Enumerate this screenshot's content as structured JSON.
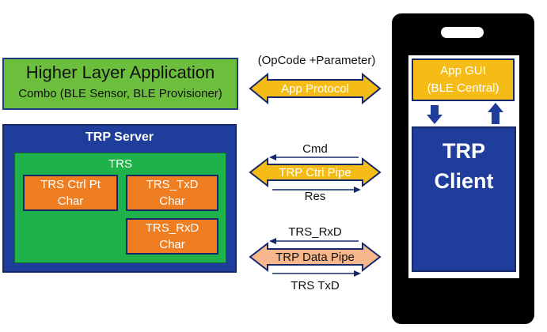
{
  "higher_layer": {
    "title": "Higher Layer Application",
    "subtitle": "Combo (BLE Sensor, BLE Provisioner)"
  },
  "server": {
    "title": "TRP Server",
    "trs_label": "TRS",
    "chars": {
      "ctrl_pt": [
        "TRS Ctrl Pt",
        "Char"
      ],
      "txd": [
        "TRS_TxD",
        "Char"
      ],
      "rxd": [
        "TRS_RxD",
        "Char"
      ]
    }
  },
  "links": {
    "app": {
      "above": "(OpCode +Parameter)",
      "pipe": "App Protocol"
    },
    "ctrl": {
      "above": "Cmd",
      "pipe": "TRP Ctrl Pipe",
      "below": "Res"
    },
    "data": {
      "above": "TRS_RxD",
      "pipe": "TRP Data Pipe",
      "below": "TRS TxD"
    }
  },
  "phone": {
    "gui": [
      "App GUI",
      "(BLE Central)"
    ],
    "client": [
      "TRP",
      "Client"
    ]
  },
  "colors": {
    "green": "#6cbf3c",
    "navy": "#1f3d9a",
    "trs_green": "#1fb24a",
    "orange": "#ef7d22",
    "gold": "#f5bb16",
    "peach": "#f7b78c"
  }
}
